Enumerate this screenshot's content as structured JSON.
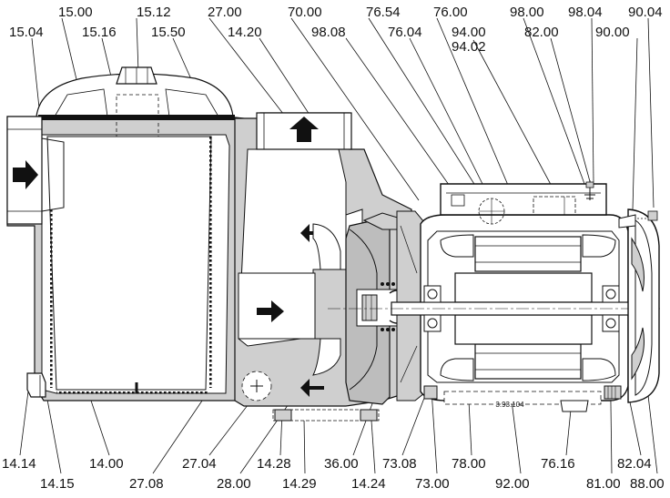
{
  "diagram": {
    "labels_top": [
      "15.04",
      "15.00",
      "15.16",
      "15.12",
      "15.50",
      "27.00",
      "14.20",
      "70.00",
      "98.08",
      "76.54",
      "76.04",
      "76.00",
      "94.00",
      "94.02",
      "98.00",
      "82.00",
      "98.04",
      "90.00",
      "90.04"
    ],
    "labels_bottom": [
      "14.14",
      "14.15",
      "14.00",
      "27.08",
      "27.04",
      "28.00",
      "14.28",
      "14.29",
      "36.00",
      "14.24",
      "73.08",
      "73.00",
      "78.00",
      "92.00",
      "76.16",
      "81.00",
      "82.04",
      "88.00"
    ],
    "part_code": "3.93.104"
  }
}
